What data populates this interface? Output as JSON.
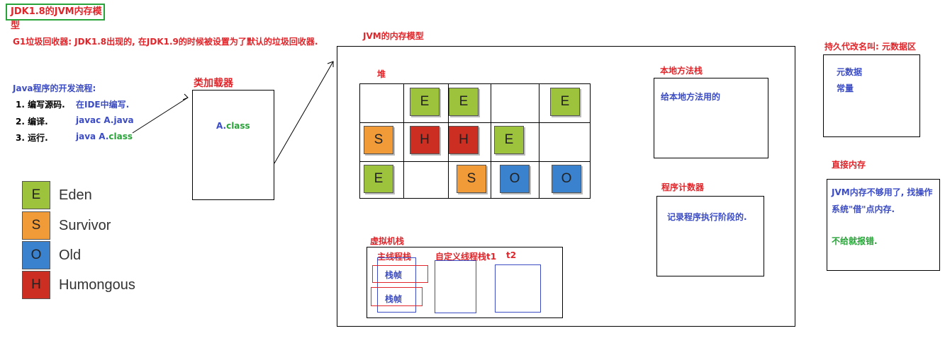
{
  "header": {
    "title": "JDK1.8的JVM内存模型"
  },
  "g1_note": "G1垃圾回收器: JDK1.8出现的, 在JDK1.9的时候被设置为了默认的垃圾回收器.",
  "java_flow": {
    "title": "Java程序的开发流程:",
    "steps": [
      {
        "num": "1. 编写源码.",
        "action": "在IDE中编写."
      },
      {
        "num": "2. 编译.",
        "action": "javac A.java"
      },
      {
        "num": "3. 运行.",
        "action_prefix": "java A.",
        "action_suffix": "class"
      }
    ]
  },
  "legend": {
    "items": [
      {
        "letter": "E",
        "label": "Eden",
        "color": "#9dc33c"
      },
      {
        "letter": "S",
        "label": "Survivor",
        "color": "#f19a38"
      },
      {
        "letter": "O",
        "label": "Old",
        "color": "#3a82cd"
      },
      {
        "letter": "H",
        "label": "Humongous",
        "color": "#cc2e22"
      }
    ]
  },
  "classloader": {
    "title": "类加载器",
    "file_prefix": "A.",
    "file_suffix": "class"
  },
  "jvm_model": {
    "title": "JVM的内存模型",
    "heap": {
      "label": "堆",
      "rows": [
        [
          "",
          "E",
          "E",
          "",
          "E"
        ],
        [
          "S",
          "H",
          "H",
          "E",
          ""
        ],
        [
          "E",
          "",
          "S",
          "O",
          "O"
        ]
      ]
    },
    "vm_stack": {
      "title": "虚拟机栈",
      "main_thread": "主线程栈",
      "custom_thread": "自定义线程栈t1",
      "t2": "t2",
      "frame1": "栈帧",
      "frame2": "栈帧"
    },
    "native_stack": {
      "title": "本地方法栈",
      "desc": "给本地方法用的"
    },
    "pc_register": {
      "title": "程序计数器",
      "desc": "记录程序执行阶段的."
    }
  },
  "metaspace": {
    "title": "持久代改名叫: 元数据区",
    "items": [
      "元数据",
      "常量"
    ]
  },
  "direct_memory": {
    "title": "直接内存",
    "line1": "JVM内存不够用了, 找操作",
    "line2": "系统\"借\"点内存.",
    "line3": "不给就报错."
  },
  "colors": {
    "accent_red": "#e0262b",
    "text_blue": "#3c4cc3",
    "accent_green": "#2aa33a"
  }
}
